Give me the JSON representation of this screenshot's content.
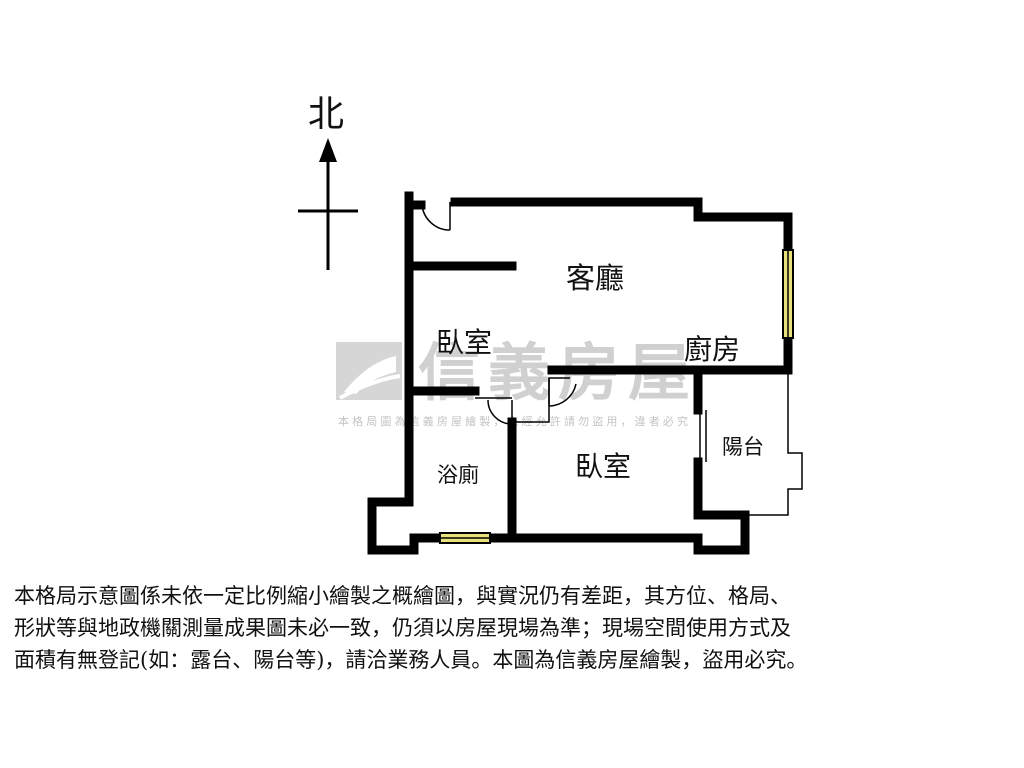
{
  "compass": {
    "label": "北"
  },
  "rooms": {
    "living_room": "客廳",
    "bedroom_1": "臥室",
    "kitchen": "廚房",
    "bathroom": "浴廁",
    "bedroom_2": "臥室",
    "balcony": "陽台"
  },
  "watermark": {
    "brand": "信義房屋",
    "notice": "本格局圖為信義房屋繪製，未經允許請勿盜用，違者必究"
  },
  "disclaimer": {
    "line1": "本格局示意圖係未依一定比例縮小繪製之概繪圖，與實況仍有差距，其方位、格局、",
    "line2": "形狀等與地政機關測量成果圖未必一致，仍須以房屋現場為準；現場空間使用方式及",
    "line3": "面積有無登記(如：露台、陽台等)，請洽業務人員。本圖為信義房屋繪製，盜用必究。"
  },
  "colors": {
    "wall": "#000000",
    "window_fill": "#e8e07a",
    "watermark_gray": "#cfcfcf",
    "text": "#111111"
  }
}
